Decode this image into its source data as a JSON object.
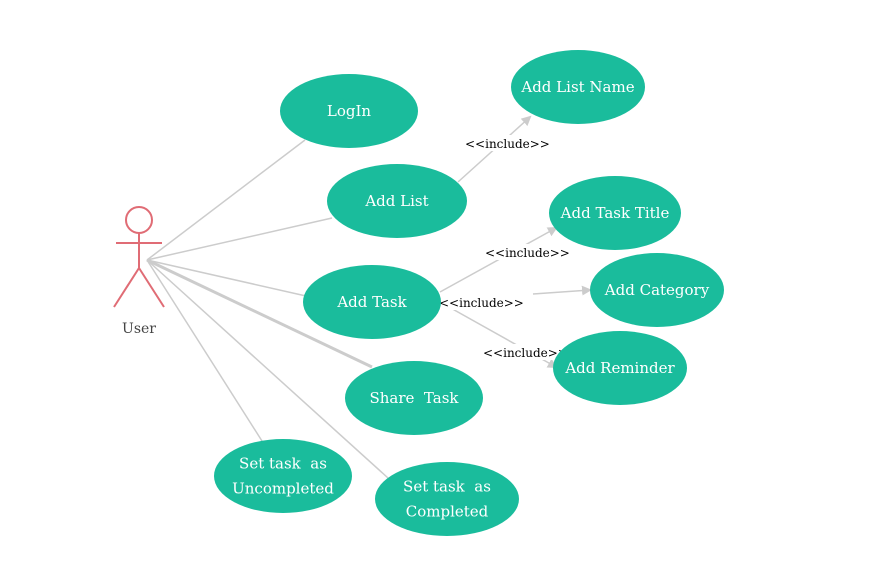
{
  "colors": {
    "usecase_fill": "#1abc9c",
    "line": "#cccccc",
    "actor": "#e06c75",
    "text_on_usecase": "#ffffff"
  },
  "actor": {
    "label": "User"
  },
  "usecases": {
    "login": [
      "LogIn"
    ],
    "add_list": [
      "Add List"
    ],
    "add_list_name": [
      "Add List Name"
    ],
    "add_task": [
      "Add Task"
    ],
    "add_task_title": [
      "Add Task Title"
    ],
    "add_category": [
      "Add Category"
    ],
    "add_reminder": [
      "Add Reminder"
    ],
    "share_task": [
      "Share  Task"
    ],
    "set_uncompleted": [
      "Set task  as",
      "Uncompleted"
    ],
    "set_completed": [
      "Set task  as",
      "Completed"
    ]
  },
  "relations": {
    "include_list_name": "<<include>>",
    "include_task_title": "<<include>>",
    "include_category": "<<include>>",
    "include_reminder": "<<include>>"
  }
}
